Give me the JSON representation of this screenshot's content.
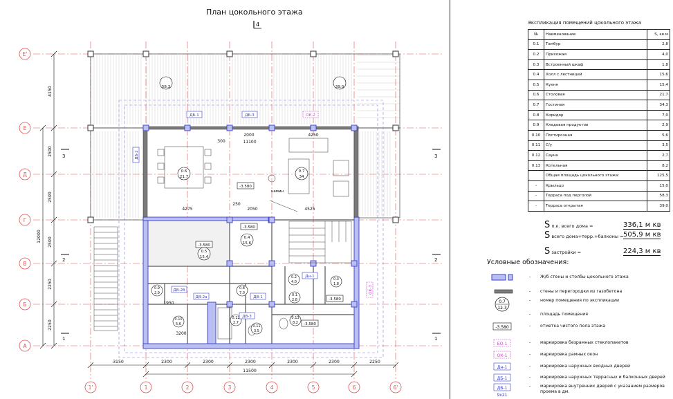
{
  "plan": {
    "title": "План цокольного этажа",
    "section_mark": "4",
    "axes_rows": [
      "Е'",
      "Е",
      "Д",
      "Г",
      "В",
      "Б",
      "А"
    ],
    "axes_cols": [
      "1'",
      "1",
      "2",
      "3",
      "4",
      "5",
      "6",
      "6'"
    ],
    "left_dims": [
      "4150",
      "2500",
      "2500",
      "2500",
      "2250",
      "2250",
      "12000"
    ],
    "bottom_dims": [
      "3150",
      "2300",
      "2300",
      "2300",
      "2300",
      "2300",
      "2250",
      "11500"
    ],
    "top_dims": [
      "11100",
      "4250",
      "2000",
      "300"
    ],
    "room_labels": [
      {
        "no": "",
        "area": "58,3"
      },
      {
        "no": "",
        "area": "39,0"
      },
      {
        "no": "0.6",
        "area": "21,7"
      },
      {
        "no": "0.7",
        "area": "34"
      },
      {
        "no": "0.4",
        "area": "15,6"
      },
      {
        "no": "0.5",
        "area": "15,4"
      },
      {
        "no": "0.2",
        "area": "4,0"
      },
      {
        "no": "0.8",
        "area": "7,0"
      },
      {
        "no": "0.9",
        "area": "2,9"
      },
      {
        "no": "0.1",
        "area": "2,8"
      },
      {
        "no": "0.10",
        "area": "5,6"
      },
      {
        "no": "0.11",
        "area": "3,5"
      },
      {
        "no": "0.12",
        "area": "2,7"
      },
      {
        "no": "0.13",
        "area": "8,2"
      },
      {
        "no": "0.3",
        "area": "1,8"
      }
    ],
    "floor_marks": [
      "-3.580",
      "-3.580",
      "-3.580",
      "-3.580",
      "-3.580"
    ],
    "door_marks": [
      "ДБ-1",
      "ДБ-3",
      "ОК-2",
      "ДБ-2",
      "Дн-1",
      "ДВ-2б",
      "ДВ-2а",
      "ДВ-1",
      "ДВ-3",
      "ОК-3"
    ],
    "misc": [
      "камин",
      "300",
      "250",
      "2050",
      "4525",
      "4275",
      "1950",
      "3200",
      "2250"
    ],
    "section_numbers": [
      "3",
      "3",
      "2",
      "2",
      "1",
      "1"
    ]
  },
  "explication": {
    "title": "Экспликация помещений цокольного этажа",
    "headers": [
      "№",
      "Наименование",
      "S, кв.м"
    ],
    "rows": [
      [
        "0.1",
        "Тамбур",
        "2,8"
      ],
      [
        "0.2",
        "Прихожая",
        "4,0"
      ],
      [
        "0.3",
        "Встроенный шкаф",
        "1,8"
      ],
      [
        "0.4",
        "Холл с лестницей",
        "15,6"
      ],
      [
        "0.5",
        "Кухня",
        "15,4"
      ],
      [
        "0.6",
        "Столовая",
        "21,7"
      ],
      [
        "0.7",
        "Гостиная",
        "34,3"
      ],
      [
        "0.8",
        "Коридор",
        "7,0"
      ],
      [
        "0.9",
        "Кладовая продуктов",
        "2,9"
      ],
      [
        "0.10",
        "Постирочная",
        "5,6"
      ],
      [
        "0.11",
        "С/у",
        "3,5"
      ],
      [
        "0.12",
        "Сауна",
        "2,7"
      ],
      [
        "0.13",
        "Котельная",
        "8,2"
      ],
      [
        "",
        "Общая площадь цокольного этажа:",
        "125,5"
      ],
      [
        "-",
        "Крыльцо",
        "15,0"
      ],
      [
        "-",
        "Терраса под перголой",
        "58,3"
      ],
      [
        "-",
        "Терраса открытая",
        "39,0"
      ]
    ]
  },
  "summary": [
    {
      "label": "п.к. всего дома =",
      "value": "336,1 м кв"
    },
    {
      "label": "всего дома+терр.+балконы =",
      "value": "505,9 м кв"
    },
    {
      "label": "застройки =",
      "value": "224,3 м кв"
    }
  ],
  "legend": {
    "title": "Условные обозначения:",
    "items": [
      {
        "sym": "",
        "text": "Ж/б стены и столбы цокольного этажа"
      },
      {
        "sym": "",
        "text": "стены и перегородки из газобетона"
      },
      {
        "sym": "0.7|12.3",
        "text": "номер помещения по экспликации"
      },
      {
        "sym": "",
        "text": "площадь помещения"
      },
      {
        "sym": "-3.580",
        "text": "отметка чистого пола этажа"
      },
      {
        "sym": "БО-1",
        "text": "маркировка безрамных стеклопакетов"
      },
      {
        "sym": "ОК-1",
        "text": "маркировка рамных окон"
      },
      {
        "sym": "Дн-1",
        "text": "маркировка наружных входных дверей"
      },
      {
        "sym": "ДБ-1",
        "text": "маркировка наружных террасных и балконных дверей"
      },
      {
        "sym": "ДВ-1|9x21",
        "text": "маркировка внутренних дверей с указанием размеров проема в дм."
      }
    ]
  },
  "colors": {
    "axis_red": "#e05050",
    "wall_blue": "#3a40c8",
    "wall_fill": "#b9bff2",
    "pink": "#d040d0",
    "dash_blue": "#8080e0"
  }
}
